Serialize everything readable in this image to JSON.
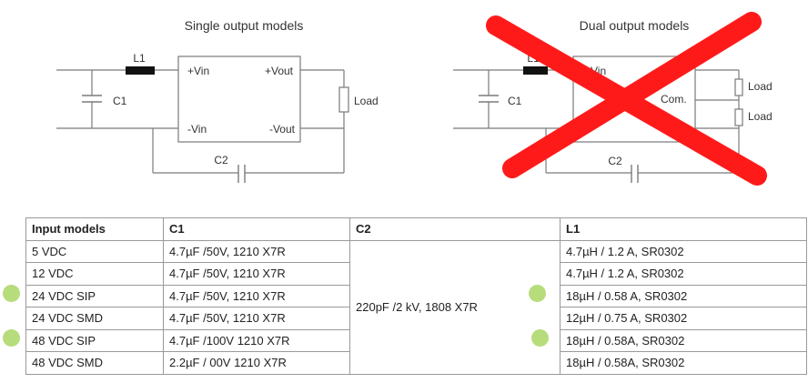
{
  "single": {
    "title": "Single output models",
    "l1": "L1",
    "c1": "C1",
    "c2": "C2",
    "vin_pos": "+Vin",
    "vin_neg": "-Vin",
    "vout_pos": "+Vout",
    "vout_neg": "-Vout",
    "load": "Load"
  },
  "dual": {
    "title": "Dual output models",
    "l1": "L1",
    "c1": "C1",
    "c2": "C2",
    "vin_pos": "+Vin",
    "vout_pos": "+V",
    "com": "Com.",
    "load_top": "Load",
    "load_bottom": "Load",
    "cross_color": "#ff1a1a"
  },
  "table": {
    "headers": {
      "model": "Input models",
      "c1": "C1",
      "c2": "C2",
      "l1": "L1"
    },
    "c2_value": "220pF /2 kV, 1808 X7R",
    "rows": [
      {
        "model": "5 VDC",
        "c1": "4.7µF /50V, 1210 X7R",
        "l1": "4.7µH / 1.2 A, SR0302"
      },
      {
        "model": "12 VDC",
        "c1": "4.7µF /50V, 1210 X7R",
        "l1": "4.7µH / 1.2 A, SR0302"
      },
      {
        "model": "24 VDC SIP",
        "c1": "4.7µF /50V, 1210 X7R",
        "l1": "18µH / 0.58 A, SR0302"
      },
      {
        "model": "24 VDC SMD",
        "c1": "4.7µF /50V, 1210 X7R",
        "l1": "12µH / 0.75 A, SR0302"
      },
      {
        "model": "48 VDC SIP",
        "c1": "4.7µF /100V 1210 X7R",
        "l1": "18µH / 0.58A, SR0302"
      },
      {
        "model": "48 VDC SMD",
        "c1": "2.2µF / 00V 1210 X7R",
        "l1": "18µH / 0.58A, SR0302"
      }
    ],
    "marker_color": "#b7dc7c"
  }
}
